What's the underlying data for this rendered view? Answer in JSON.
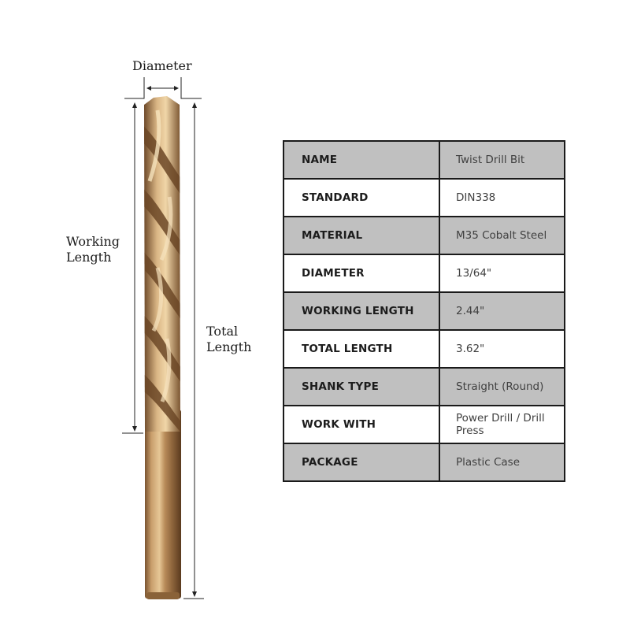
{
  "diagram": {
    "labels": {
      "diameter": "Diameter",
      "working_length_line1": "Working",
      "working_length_line2": "Length",
      "total_length_line1": "Total",
      "total_length_line2": "Length"
    },
    "colors": {
      "bronze_light": "#e7c99a",
      "bronze_mid": "#b88b5a",
      "bronze_dark": "#6e4a2a",
      "line": "#222222"
    }
  },
  "spec_table": {
    "colors": {
      "shade": "#c0c0c0",
      "border": "#1a1a1a"
    },
    "rows": [
      {
        "key": "NAME",
        "value": "Twist Drill Bit"
      },
      {
        "key": "STANDARD",
        "value": "DIN338"
      },
      {
        "key": "MATERIAL",
        "value": "M35 Cobalt Steel"
      },
      {
        "key": "DIAMETER",
        "value": "13/64\""
      },
      {
        "key": "WORKING LENGTH",
        "value": "2.44\""
      },
      {
        "key": "TOTAL LENGTH",
        "value": "3.62\""
      },
      {
        "key": "SHANK TYPE",
        "value": "Straight (Round)"
      },
      {
        "key": "WORK WITH",
        "value": "Power Drill / Drill Press"
      },
      {
        "key": "PACKAGE",
        "value": "Plastic Case"
      }
    ]
  }
}
